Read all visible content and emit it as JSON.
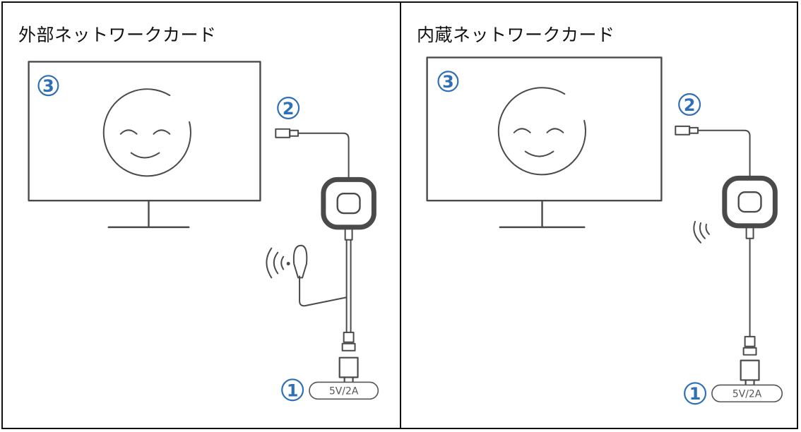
{
  "panels": [
    {
      "title": "外部ネットワークカード",
      "badges": {
        "power": "1",
        "dongle": "2",
        "tv": "3"
      },
      "power_label": "5V/2A",
      "antenna": "external"
    },
    {
      "title": "内蔵ネットワークカード",
      "badges": {
        "power": "1",
        "dongle": "2",
        "tv": "3"
      },
      "power_label": "5V/2A",
      "antenna": "internal"
    }
  ],
  "icons": {
    "tv": "tv-monitor-icon",
    "smiley": "smiley-face-icon",
    "hdmi": "hdmi-plug-icon",
    "dongle": "wireless-dongle-icon",
    "wifi": "wifi-signal-icon",
    "antenna": "antenna-icon",
    "usb": "usb-plug-icon",
    "adapter": "power-adapter-icon"
  },
  "colors": {
    "badge": "#2f6fb5",
    "line": "#4a4a4a",
    "border": "#111111"
  }
}
